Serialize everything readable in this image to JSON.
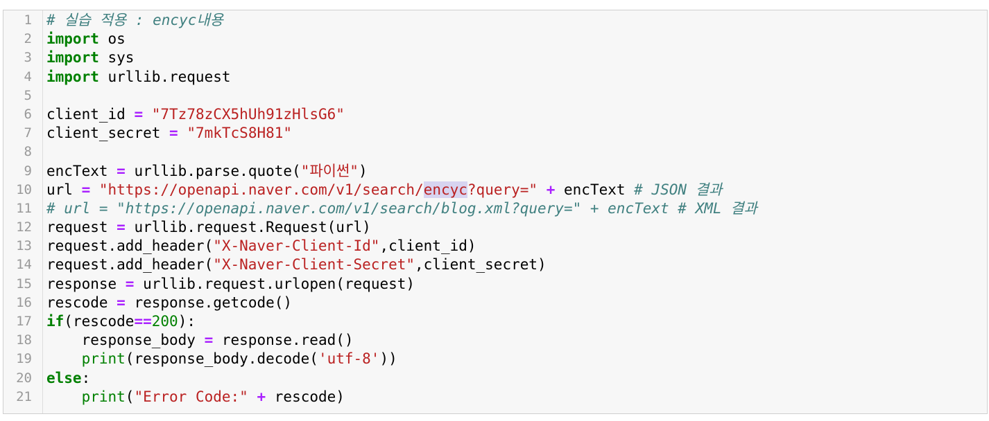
{
  "notebook": {
    "cell": {
      "lines": [
        {
          "n": "1",
          "tokens": [
            {
              "t": "comment",
              "v": "# 실습 적용 : encyc내용"
            }
          ]
        },
        {
          "n": "2",
          "tokens": [
            {
              "t": "keyword",
              "v": "import"
            },
            {
              "t": "name",
              "v": " os"
            }
          ]
        },
        {
          "n": "3",
          "tokens": [
            {
              "t": "keyword",
              "v": "import"
            },
            {
              "t": "name",
              "v": " sys"
            }
          ]
        },
        {
          "n": "4",
          "tokens": [
            {
              "t": "keyword",
              "v": "import"
            },
            {
              "t": "name",
              "v": " urllib.request"
            }
          ]
        },
        {
          "n": "5",
          "tokens": []
        },
        {
          "n": "6",
          "tokens": [
            {
              "t": "name",
              "v": "client_id "
            },
            {
              "t": "op",
              "v": "="
            },
            {
              "t": "name",
              "v": " "
            },
            {
              "t": "string",
              "v": "\"7Tz78zCX5hUh91zHlsG6\""
            }
          ]
        },
        {
          "n": "7",
          "tokens": [
            {
              "t": "name",
              "v": "client_secret "
            },
            {
              "t": "op",
              "v": "="
            },
            {
              "t": "name",
              "v": " "
            },
            {
              "t": "string",
              "v": "\"7mkTcS8H81\""
            }
          ]
        },
        {
          "n": "8",
          "tokens": []
        },
        {
          "n": "9",
          "tokens": [
            {
              "t": "name",
              "v": "encText "
            },
            {
              "t": "op",
              "v": "="
            },
            {
              "t": "name",
              "v": " urllib.parse.quote("
            },
            {
              "t": "string",
              "v": "\"파이썬\""
            },
            {
              "t": "name",
              "v": ")"
            }
          ]
        },
        {
          "n": "10",
          "tokens": [
            {
              "t": "name",
              "v": "url "
            },
            {
              "t": "op",
              "v": "="
            },
            {
              "t": "name",
              "v": " "
            },
            {
              "t": "string",
              "v": "\"https://openapi.naver.com/v1/search/"
            },
            {
              "t": "string-hl",
              "v": "encyc"
            },
            {
              "t": "string",
              "v": "?query=\""
            },
            {
              "t": "name",
              "v": " "
            },
            {
              "t": "op",
              "v": "+"
            },
            {
              "t": "name",
              "v": " encText "
            },
            {
              "t": "comment",
              "v": "# JSON 결과"
            }
          ]
        },
        {
          "n": "11",
          "tokens": [
            {
              "t": "comment",
              "v": "# url = \"https://openapi.naver.com/v1/search/blog.xml?query=\" + encText # XML 결과"
            }
          ]
        },
        {
          "n": "12",
          "tokens": [
            {
              "t": "name",
              "v": "request "
            },
            {
              "t": "op",
              "v": "="
            },
            {
              "t": "name",
              "v": " urllib.request.Request(url)"
            }
          ]
        },
        {
          "n": "13",
          "tokens": [
            {
              "t": "name",
              "v": "request.add_header("
            },
            {
              "t": "string",
              "v": "\"X-Naver-Client-Id\""
            },
            {
              "t": "name",
              "v": ",client_id)"
            }
          ]
        },
        {
          "n": "14",
          "tokens": [
            {
              "t": "name",
              "v": "request.add_header("
            },
            {
              "t": "string",
              "v": "\"X-Naver-Client-Secret\""
            },
            {
              "t": "name",
              "v": ",client_secret)"
            }
          ]
        },
        {
          "n": "15",
          "tokens": [
            {
              "t": "name",
              "v": "response "
            },
            {
              "t": "op",
              "v": "="
            },
            {
              "t": "name",
              "v": " urllib.request.urlopen(request)"
            }
          ]
        },
        {
          "n": "16",
          "tokens": [
            {
              "t": "name",
              "v": "rescode "
            },
            {
              "t": "op",
              "v": "="
            },
            {
              "t": "name",
              "v": " response.getcode()"
            }
          ]
        },
        {
          "n": "17",
          "tokens": [
            {
              "t": "keyword",
              "v": "if"
            },
            {
              "t": "name",
              "v": "(rescode"
            },
            {
              "t": "op",
              "v": "=="
            },
            {
              "t": "number",
              "v": "200"
            },
            {
              "t": "name",
              "v": "):"
            }
          ]
        },
        {
          "n": "18",
          "tokens": [
            {
              "t": "name",
              "v": "    response_body "
            },
            {
              "t": "op",
              "v": "="
            },
            {
              "t": "name",
              "v": " response.read()"
            }
          ]
        },
        {
          "n": "19",
          "tokens": [
            {
              "t": "name",
              "v": "    "
            },
            {
              "t": "builtin",
              "v": "print"
            },
            {
              "t": "name",
              "v": "(response_body.decode("
            },
            {
              "t": "string",
              "v": "'utf-8'"
            },
            {
              "t": "name",
              "v": "))"
            }
          ]
        },
        {
          "n": "20",
          "tokens": [
            {
              "t": "keyword",
              "v": "else"
            },
            {
              "t": "name",
              "v": ":"
            }
          ]
        },
        {
          "n": "21",
          "tokens": [
            {
              "t": "name",
              "v": "    "
            },
            {
              "t": "builtin",
              "v": "print"
            },
            {
              "t": "name",
              "v": "("
            },
            {
              "t": "string",
              "v": "\"Error Code:\""
            },
            {
              "t": "name",
              "v": " "
            },
            {
              "t": "op",
              "v": "+"
            },
            {
              "t": "name",
              "v": " rescode)"
            }
          ]
        }
      ]
    },
    "colors": {
      "keyword": "#008000",
      "string": "#ba2121",
      "comment": "#408080",
      "operator": "#aa22ff",
      "highlight": "#d7d4f0",
      "gutter_text": "#999999",
      "cell_background": "#f7f7f7"
    }
  }
}
